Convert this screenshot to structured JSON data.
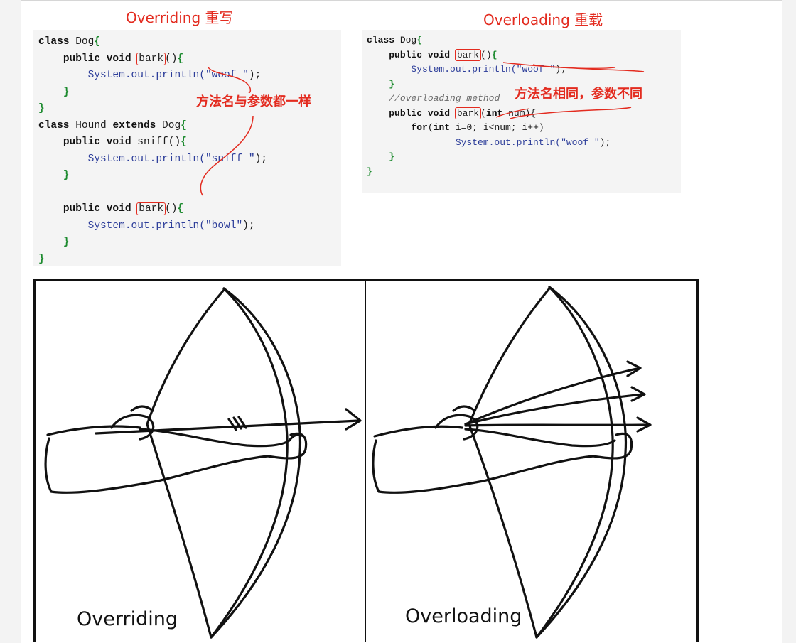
{
  "overriding": {
    "title": "Overriding  重写",
    "note": "方法名与参数都一样",
    "code": {
      "l1_kw": "class",
      "l1_rest": " Dog",
      "l1_brace": "{",
      "l2_kw1": "public",
      "l2_kw2": "void",
      "l2_fn": "bark",
      "l2_paren": "()",
      "l2_brace": "{",
      "l3_a": "System.out.println(",
      "l3_str": "\"woof \"",
      "l3_b": ");",
      "l4": "}",
      "l5": "}",
      "l6_kw1": "class",
      "l6_mid": " Hound ",
      "l6_kw2": "extends",
      "l6_rest": " Dog",
      "l6_brace": "{",
      "l7_kw1": "public",
      "l7_kw2": "void",
      "l7_fn": "sniff()",
      "l7_brace": "{",
      "l8_a": "System.out.println(",
      "l8_str": "\"sniff \"",
      "l8_b": ");",
      "l9": "}",
      "l10_kw1": "public",
      "l10_kw2": "void",
      "l10_fn": "bark",
      "l10_paren": "()",
      "l10_brace": "{",
      "l11_a": "System.out.println(",
      "l11_str": "\"bowl\"",
      "l11_b": ");",
      "l12": "}",
      "l13": "}"
    }
  },
  "overloading": {
    "title": "Overloading  重载",
    "note": "方法名相同，参数不同",
    "code": {
      "l1_kw": "class",
      "l1_rest": " Dog",
      "l1_brace": "{",
      "l2_kw1": "public",
      "l2_kw2": "void",
      "l2_fn": "bark",
      "l2_paren": "()",
      "l2_brace": "{",
      "l3_a": "System.out.println(",
      "l3_str": "\"woof \"",
      "l3_b": ");",
      "l4": "}",
      "l5_cm": "//overloading method",
      "l6_kw1": "public",
      "l6_kw2": "void",
      "l6_fn": "bark",
      "l6_paren_kw": "int",
      "l6_rest": " num){",
      "l7_kw1": "for",
      "l7_rest1": "(",
      "l7_kw2": "int",
      "l7_rest2": " i=0; i<num; i++)",
      "l8_a": "System.out.println(",
      "l8_str": "\"woof \"",
      "l8_b": ");",
      "l9": "}",
      "l10": "}"
    }
  },
  "bows": {
    "left_label": "Overriding",
    "right_label": "Overloading"
  }
}
